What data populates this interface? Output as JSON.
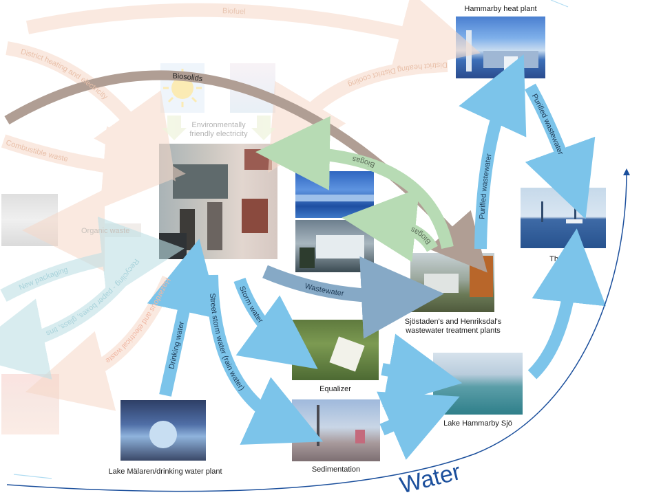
{
  "colors": {
    "water_blue": "#7cc4ea",
    "water_title": "#1b4f9c",
    "biosolids_brown": "#b09e94",
    "biogas_green": "#b7dbb4",
    "wastewater_steel": "#86a9c6",
    "energy_peach": "#f6d8c8",
    "recycle_teal": "#bfe0e6"
  },
  "nodes": {
    "heat_plant": "Hammarby heat plant",
    "sea": "The sea",
    "treatment": "Sjöstaden's and Henriksdal's\nwastewater treatment plants",
    "equalizer": "Equalizer",
    "lake_hammarby": "Lake Hammarby Sjö",
    "sedimentation": "Sedimentation",
    "lake_malaren": "Lake Mälaren/drinking water plant",
    "eco_electricity": "Environmentally\nfriendly electricity"
  },
  "flows": {
    "biofuel": "Biofuel",
    "biosolids": "Biosolids",
    "district_heating_electricity": "District heating and electricity",
    "district_heating_cooling": "District heating   District cooling",
    "combustible_waste": "Combustible waste",
    "biogas_upper": "Biogas",
    "biogas_lower": "Biogas",
    "organic_waste": "Organic waste",
    "new_packaging": "New packaging",
    "recycling": "Recycling - paper boxes, glass, tins",
    "hazardous": "Hazardous and electrical waste",
    "purified_up": "Purified wastewater",
    "purified_down": "Purified wastewater",
    "wastewater": "Wastewater",
    "storm_water": "Storm water",
    "street_storm": "Street storm water (rain water)",
    "drinking_water": "Drinking water"
  },
  "cycle_title": "Water"
}
